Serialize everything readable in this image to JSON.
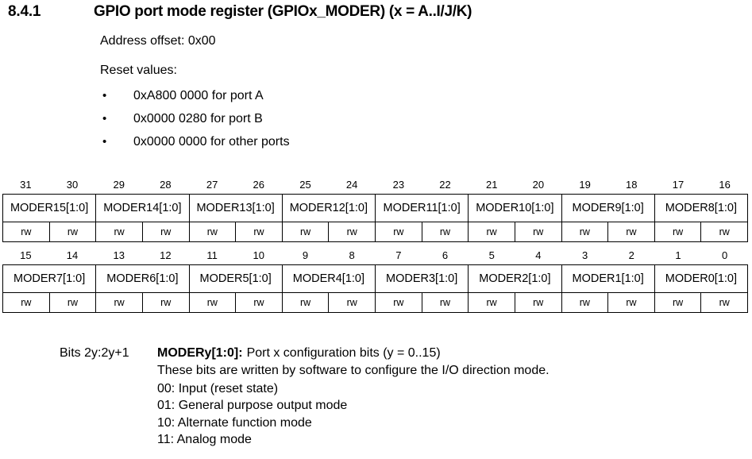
{
  "section": {
    "number": "8.4.1",
    "title": "GPIO port mode register (GPIOx_MODER) (x = A..I/J/K)"
  },
  "intro": {
    "address_offset": "Address offset: 0x00",
    "reset_values_label": "Reset values:",
    "bullet_glyph": "•",
    "reset_values": [
      "0xA800 0000 for port A",
      "0x0000 0280 for port B",
      "0x0000 0000 for other ports"
    ]
  },
  "register": {
    "upper": {
      "bit_numbers": [
        "31",
        "30",
        "29",
        "28",
        "27",
        "26",
        "25",
        "24",
        "23",
        "22",
        "21",
        "20",
        "19",
        "18",
        "17",
        "16"
      ],
      "fields": [
        "MODER15[1:0]",
        "MODER14[1:0]",
        "MODER13[1:0]",
        "MODER12[1:0]",
        "MODER11[1:0]",
        "MODER10[1:0]",
        "MODER9[1:0]",
        "MODER8[1:0]"
      ],
      "access": [
        "rw",
        "rw",
        "rw",
        "rw",
        "rw",
        "rw",
        "rw",
        "rw",
        "rw",
        "rw",
        "rw",
        "rw",
        "rw",
        "rw",
        "rw",
        "rw"
      ]
    },
    "lower": {
      "bit_numbers": [
        "15",
        "14",
        "13",
        "12",
        "11",
        "10",
        "9",
        "8",
        "7",
        "6",
        "5",
        "4",
        "3",
        "2",
        "1",
        "0"
      ],
      "fields": [
        "MODER7[1:0]",
        "MODER6[1:0]",
        "MODER5[1:0]",
        "MODER4[1:0]",
        "MODER3[1:0]",
        "MODER2[1:0]",
        "MODER1[1:0]",
        "MODER0[1:0]"
      ],
      "access": [
        "rw",
        "rw",
        "rw",
        "rw",
        "rw",
        "rw",
        "rw",
        "rw",
        "rw",
        "rw",
        "rw",
        "rw",
        "rw",
        "rw",
        "rw",
        "rw"
      ]
    }
  },
  "bit_description": {
    "bits_label": "Bits 2y:2y+1",
    "field_name": "MODERy[1:0]:",
    "field_summary": "Port x configuration bits (y = 0..15)",
    "explanation": "These bits are written by software to configure the I/O direction mode.",
    "modes": [
      "00: Input (reset state)",
      "01: General purpose output mode",
      "10: Alternate function mode",
      "11: Analog mode"
    ]
  }
}
